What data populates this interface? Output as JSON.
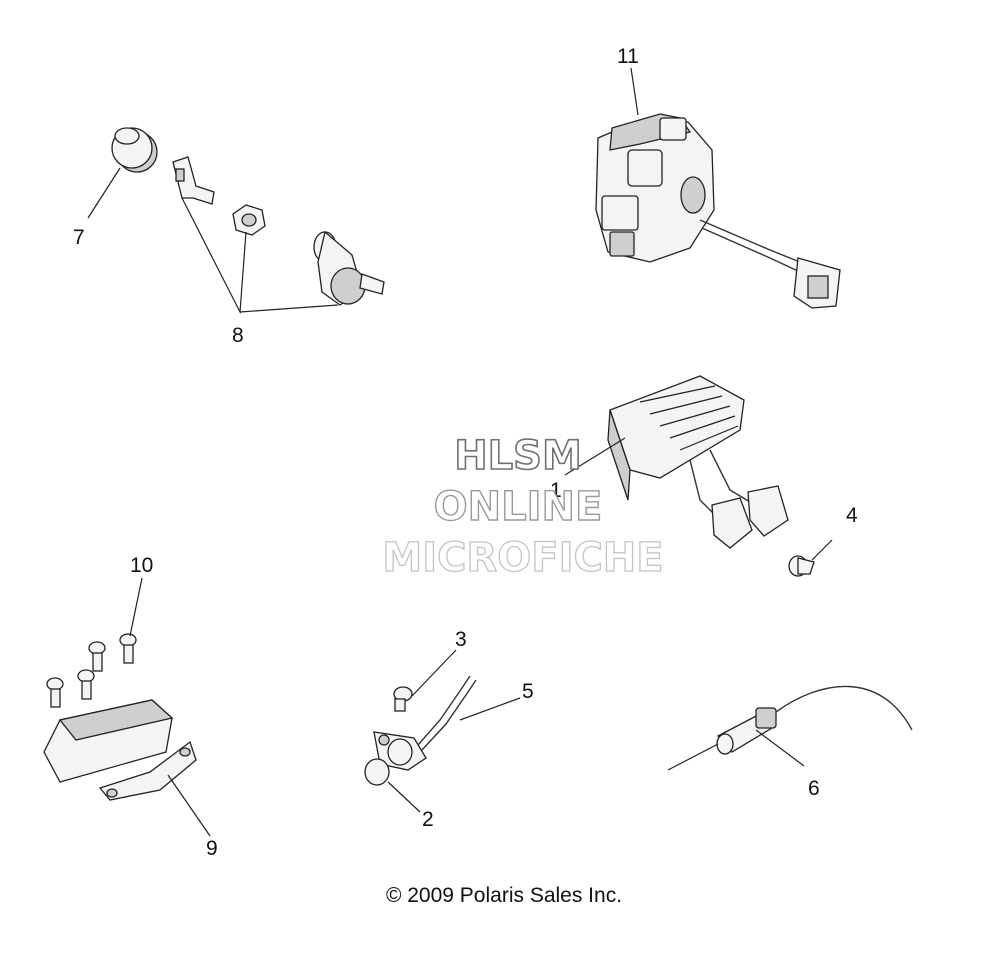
{
  "callouts": {
    "c1": "1",
    "c2": "2",
    "c3": "3",
    "c4": "4",
    "c5": "5",
    "c6": "6",
    "c7": "7",
    "c8": "8",
    "c9": "9",
    "c10": "10",
    "c11": "11"
  },
  "watermark": {
    "line1": "HLSM",
    "line2": "ONLINE",
    "line3": "MICROFICHE"
  },
  "copyright": "© 2009 Polaris Sales Inc."
}
